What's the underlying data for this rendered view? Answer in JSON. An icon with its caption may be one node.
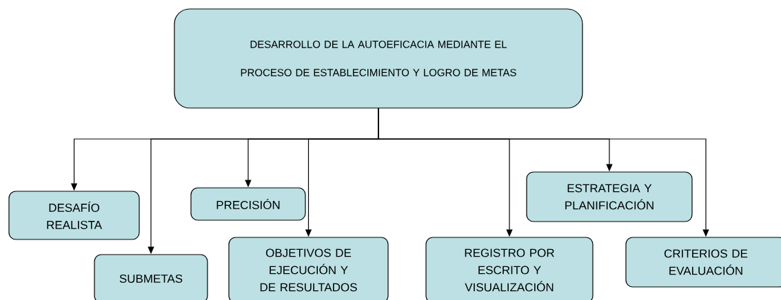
{
  "diagram": {
    "nodes": [
      {
        "text": [
          "DESARROLLO DE LA AUTOEFICACIA MEDIANTE EL PROCESO DE ESTABLECIMIENTO Y LOGRO DE METAS"
        ]
      },
      {
        "text": [
          "DESAFÍO REALISTA"
        ]
      },
      {
        "text": [
          "SUBMETAS"
        ]
      },
      {
        "text": [
          "PRECISIÓN"
        ]
      },
      {
        "text": [
          "OBJETIVOS DE EJECUCIÓN Y DE RESULTADOS"
        ]
      },
      {
        "text": [
          "REGISTRO POR ESCRITO Y VISUALIZACIÓN"
        ]
      },
      {
        "text": [
          "ESTRATEGIA Y PLANIFICACIÓN"
        ]
      },
      {
        "text": [
          "CRITERIOS DE EVALUACIÓN"
        ]
      }
    ],
    "edges": [
      {
        "from": 0,
        "to": 1,
        "arrow": "to"
      },
      {
        "from": 0,
        "to": 2,
        "arrow": "to"
      },
      {
        "from": 0,
        "to": 3,
        "arrow": "to"
      },
      {
        "from": 0,
        "to": 4,
        "arrow": "to"
      },
      {
        "from": 0,
        "to": 5,
        "arrow": "to"
      },
      {
        "from": 0,
        "to": 6,
        "arrow": "to"
      },
      {
        "from": 0,
        "to": 7,
        "arrow": "to"
      }
    ]
  }
}
